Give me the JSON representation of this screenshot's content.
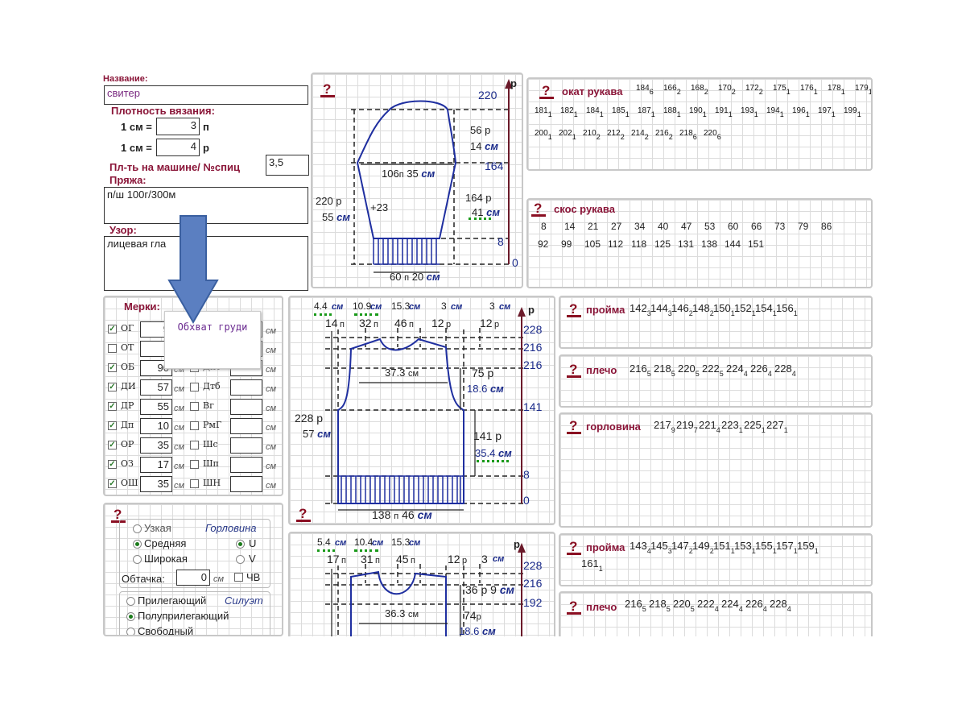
{
  "form": {
    "name_label": "Название:",
    "name_value": "свитер",
    "density_label": "Плотность вязания:",
    "cm1": "1 см =",
    "loops_value": "3",
    "loops_unit": "п",
    "cm2": "1 см =",
    "rows_value": "4",
    "rows_unit": "р",
    "machine_label": "Пл-ть на машине/ №спиц",
    "machine_value": "3,5",
    "yarn_label": "Пряжа:",
    "yarn_value": "п/ш 100г/300м",
    "pattern_label": "Узор:",
    "pattern_value": "лицевая гла"
  },
  "measures": {
    "title": "Мерки:",
    "unit": "см",
    "tooltip": "Обхват груди",
    "left": [
      {
        "code": "ОГ",
        "checked": true,
        "value": "9"
      },
      {
        "code": "ОТ",
        "checked": false,
        "value": ""
      },
      {
        "code": "ОБ",
        "checked": true,
        "value": "90"
      },
      {
        "code": "ДИ",
        "checked": true,
        "value": "57"
      },
      {
        "code": "ДР",
        "checked": true,
        "value": "55"
      },
      {
        "code": "Дп",
        "checked": true,
        "value": "10"
      },
      {
        "code": "ОР",
        "checked": true,
        "value": "35"
      },
      {
        "code": "ОЗ",
        "checked": true,
        "value": "17"
      },
      {
        "code": "ОШ",
        "checked": true,
        "value": "35"
      }
    ],
    "right": [
      {
        "code": "",
        "value": "0"
      },
      {
        "code": "",
        "value": ""
      },
      {
        "code": "Дпт",
        "value": ""
      },
      {
        "code": "Дтб",
        "value": ""
      },
      {
        "code": "Вг",
        "value": ""
      },
      {
        "code": "РмГ",
        "value": ""
      },
      {
        "code": "Шс",
        "value": ""
      },
      {
        "code": "Шп",
        "value": ""
      },
      {
        "code": "ШН",
        "value": ""
      }
    ]
  },
  "options": {
    "narrow": "Узкая",
    "medium": "Средняя",
    "wide": "Широкая",
    "neck_title": "Горловина",
    "u": "U",
    "v": "V",
    "facing_label": "Обтачка:",
    "facing_value": "0",
    "facing_unit": "см",
    "chv": "ЧВ",
    "silhouette_title": "Силуэт",
    "fitted": "Прилегающий",
    "semi_fitted": "Полуприлегающий",
    "loose": "Свободный"
  },
  "sleeve_diagram": {
    "r220": "220",
    "r164": "164",
    "r8": "8",
    "r0": "0",
    "p_axis": "р",
    "cap_rows": "56 р",
    "cap_cm": "14",
    "width_loops": "106",
    "width_cm": "35",
    "len_rows": "164 р",
    "len_cm": "41",
    "total_rows": "220 р",
    "total_cm": "55",
    "inc": "+23",
    "cuff_loops": "60",
    "cuff_cm": "20",
    "u_p": "п",
    "u_cm": "см"
  },
  "body1": {
    "top_labels": [
      "4.4",
      "10.9",
      "15.3",
      "3",
      "3"
    ],
    "loops": [
      "14",
      "32",
      "46",
      "12",
      "12"
    ],
    "right_rows": [
      "228",
      "216",
      "216",
      "141",
      "8",
      "0"
    ],
    "height_rows": "228 р",
    "height_cm": "57",
    "neck_cm": "37.3",
    "arm_rows": "75 р",
    "arm_cm": "18.6",
    "side_rows": "141 р",
    "side_cm": "35.4",
    "bottom_loops": "138",
    "bottom_cm": "46",
    "p_axis": "р",
    "u_p": "п",
    "u_r": "р",
    "u_cm": "см"
  },
  "body2": {
    "top_labels": [
      "5.4",
      "10.4",
      "15.3"
    ],
    "loops": [
      "17",
      "31",
      "45",
      "12",
      "3"
    ],
    "right_rows": [
      "228",
      "216",
      "192"
    ],
    "neck_rows": "36 р",
    "neck_cm2": "9",
    "neck_cm": "36.3",
    "arm_rows": "74",
    "arm_cm": "18.6",
    "p_axis": "р",
    "u_p": "п",
    "u_r": "р",
    "u_cm": "см"
  },
  "calc": {
    "sleeve_cap": {
      "title": "окат рукава",
      "items": [
        [
          "184",
          "6"
        ],
        [
          "166",
          "2"
        ],
        [
          "168",
          "2"
        ],
        [
          "170",
          "2"
        ],
        [
          "172",
          "2"
        ],
        [
          "175",
          "1"
        ],
        [
          "176",
          "1"
        ],
        [
          "178",
          "1"
        ],
        [
          "179",
          "1"
        ],
        [
          "181",
          "1"
        ],
        [
          "182",
          "1"
        ],
        [
          "184",
          "1"
        ],
        [
          "185",
          "1"
        ],
        [
          "187",
          "1"
        ],
        [
          "188",
          "1"
        ],
        [
          "190",
          "1"
        ],
        [
          "191",
          "1"
        ],
        [
          "193",
          "1"
        ],
        [
          "194",
          "1"
        ],
        [
          "196",
          "1"
        ],
        [
          "197",
          "1"
        ],
        [
          "199",
          "1"
        ],
        [
          "200",
          "1"
        ],
        [
          "202",
          "1"
        ],
        [
          "210",
          "2"
        ],
        [
          "212",
          "2"
        ],
        [
          "214",
          "2"
        ],
        [
          "216",
          "2"
        ],
        [
          "218",
          "6"
        ],
        [
          "220",
          "6"
        ]
      ]
    },
    "sleeve_bevel": {
      "title": "скос рукава",
      "row1": [
        "8",
        "14",
        "21",
        "27",
        "34",
        "40",
        "47",
        "53",
        "60",
        "66",
        "73",
        "79",
        "86"
      ],
      "row2": [
        "92",
        "99",
        "105",
        "112",
        "118",
        "125",
        "131",
        "138",
        "144",
        "151"
      ]
    },
    "armhole1": {
      "title": "пройма",
      "items": [
        [
          "142",
          "3"
        ],
        [
          "144",
          "3"
        ],
        [
          "146",
          "2"
        ],
        [
          "148",
          "2"
        ],
        [
          "150",
          "1"
        ],
        [
          "152",
          "1"
        ],
        [
          "154",
          "1"
        ],
        [
          "156",
          "1"
        ]
      ]
    },
    "shoulder1": {
      "title": "плечо",
      "items": [
        [
          "216",
          "5"
        ],
        [
          "218",
          "5"
        ],
        [
          "220",
          "5"
        ],
        [
          "222",
          "5"
        ],
        [
          "224",
          "4"
        ],
        [
          "226",
          "4"
        ],
        [
          "228",
          "4"
        ]
      ]
    },
    "neckline": {
      "title": "горловина",
      "items": [
        [
          "217",
          "9"
        ],
        [
          "219",
          "7"
        ],
        [
          "221",
          "4"
        ],
        [
          "223",
          "1"
        ],
        [
          "225",
          "1"
        ],
        [
          "227",
          "1"
        ]
      ]
    },
    "armhole2": {
      "title": "пройма",
      "items": [
        [
          "143",
          "4"
        ],
        [
          "145",
          "3"
        ],
        [
          "147",
          "2"
        ],
        [
          "149",
          "2"
        ],
        [
          "151",
          "1"
        ],
        [
          "153",
          "1"
        ],
        [
          "155",
          "1"
        ],
        [
          "157",
          "1"
        ],
        [
          "159",
          "1"
        ],
        [
          "161",
          "1"
        ]
      ]
    },
    "shoulder2": {
      "title": "плечо",
      "items": [
        [
          "216",
          "5"
        ],
        [
          "218",
          "5"
        ],
        [
          "220",
          "5"
        ],
        [
          "222",
          "4"
        ],
        [
          "224",
          "4"
        ],
        [
          "226",
          "4"
        ],
        [
          "228",
          "4"
        ]
      ]
    }
  },
  "icons": {
    "help": "help-question-icon",
    "arrow": "down-arrow-overlay-icon"
  },
  "colors": {
    "accent": "#8a1538",
    "diagram": "#1f2fa0",
    "arrow": "#5b7fc1",
    "grid": "#dcdcdc"
  }
}
